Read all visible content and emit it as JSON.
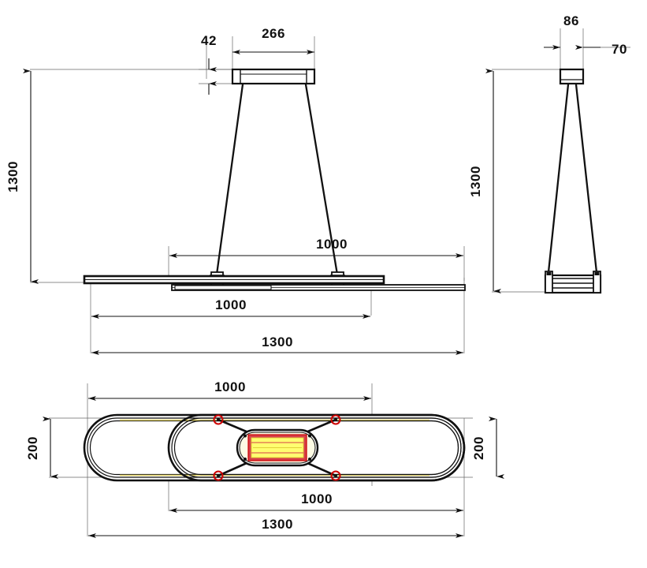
{
  "drawing": {
    "title": "Linear pendant lamp technical drawing",
    "unit": "mm",
    "background_color": "#ffffff",
    "line_color": "#111111",
    "thin_line_color": "#555555",
    "accent_color": "#cc0000",
    "led_color": "#ffff66"
  },
  "views": {
    "front": {
      "name": "front-elevation",
      "dimensions": {
        "canopy_offset": "42",
        "canopy_width": "266",
        "drop_height": "1300",
        "cable_span": "1000",
        "body_inner": "1000",
        "body_total": "1300"
      }
    },
    "side": {
      "name": "side-elevation",
      "dimensions": {
        "canopy_width": "86",
        "canopy_offset": "70",
        "drop_height": "1300"
      }
    },
    "plan": {
      "name": "plan-view",
      "dimensions": {
        "inner_length": "1000",
        "body_width_left": "200",
        "body_width_right": "200",
        "mount_span": "1000",
        "total_length": "1300"
      }
    }
  },
  "labels": {
    "d42": "42",
    "d266": "266",
    "d1300_left": "1300",
    "d1000_upper": "1000",
    "d1000_lower": "1000",
    "d1300_front": "1300",
    "d86": "86",
    "d70": "70",
    "d1300_right": "1300",
    "d1000_plan_top": "1000",
    "d200_left": "200",
    "d200_right": "200",
    "d1000_plan_mid": "1000",
    "d1300_plan_bottom": "1300"
  }
}
